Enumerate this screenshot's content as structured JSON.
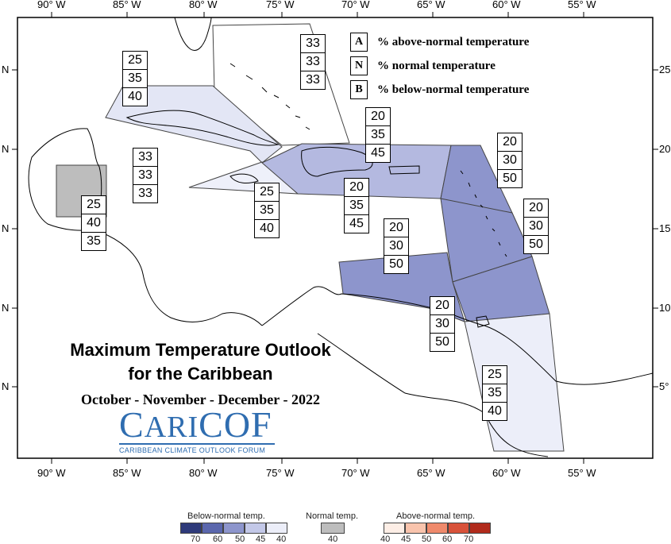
{
  "map": {
    "title_line1": "Maximum Temperature Outlook",
    "title_line2": "for the Caribbean",
    "subtitle": "October - November - December - 2022",
    "lon_labels": [
      "90° W",
      "85° W",
      "80° W",
      "75° W",
      "70° W",
      "65° W",
      "60° W",
      "55° W"
    ],
    "lat_labels_left": [
      "N",
      "N",
      "N",
      "N",
      "N"
    ],
    "lat_labels_right": [
      "25",
      "20",
      "15",
      "10",
      "5°"
    ]
  },
  "key": {
    "above": {
      "letter": "A",
      "text": "% above-normal temperature"
    },
    "normal": {
      "letter": "N",
      "text": "% normal temperature"
    },
    "below": {
      "letter": "B",
      "text": "% below-normal temperature"
    }
  },
  "regions": [
    {
      "id": "bahamas",
      "above": "33",
      "normal": "33",
      "below": "33"
    },
    {
      "id": "cuba",
      "above": "25",
      "normal": "35",
      "below": "40"
    },
    {
      "id": "hispaniola",
      "above": "20",
      "normal": "35",
      "below": "45"
    },
    {
      "id": "northern-lesser-antilles",
      "above": "20",
      "normal": "30",
      "below": "50"
    },
    {
      "id": "cayman",
      "above": "33",
      "normal": "33",
      "below": "33"
    },
    {
      "id": "belize",
      "above": "25",
      "normal": "40",
      "below": "35"
    },
    {
      "id": "jamaica",
      "above": "25",
      "normal": "35",
      "below": "40"
    },
    {
      "id": "puerto-rico",
      "above": "20",
      "normal": "35",
      "below": "45"
    },
    {
      "id": "windward-islands",
      "above": "20",
      "normal": "30",
      "below": "50"
    },
    {
      "id": "abc-islands",
      "above": "20",
      "normal": "30",
      "below": "50"
    },
    {
      "id": "trinidad",
      "above": "20",
      "normal": "30",
      "below": "50"
    },
    {
      "id": "guianas",
      "above": "25",
      "normal": "35",
      "below": "40"
    }
  ],
  "logo": {
    "name_c1": "C",
    "name_mid": "ARI",
    "name_c2": "COF",
    "tagline": "CARIBBEAN CLIMATE OUTLOOK FORUM"
  },
  "color_scale": {
    "below_title": "Below-normal temp.",
    "normal_title": "Normal temp.",
    "above_title": "Above-normal temp.",
    "below_values": [
      "70",
      "60",
      "50",
      "45",
      "40"
    ],
    "normal_values": [
      "40"
    ],
    "above_values": [
      "40",
      "45",
      "50",
      "60",
      "70"
    ],
    "below_colors": [
      "#2e3a7a",
      "#5b67ad",
      "#8d95cc",
      "#c3c8e8",
      "#eceef9"
    ],
    "normal_color": "#bdbdbd",
    "above_colors": [
      "#fdeee6",
      "#f9c4ad",
      "#ef8a6c",
      "#d8523a",
      "#b12b1c"
    ]
  }
}
